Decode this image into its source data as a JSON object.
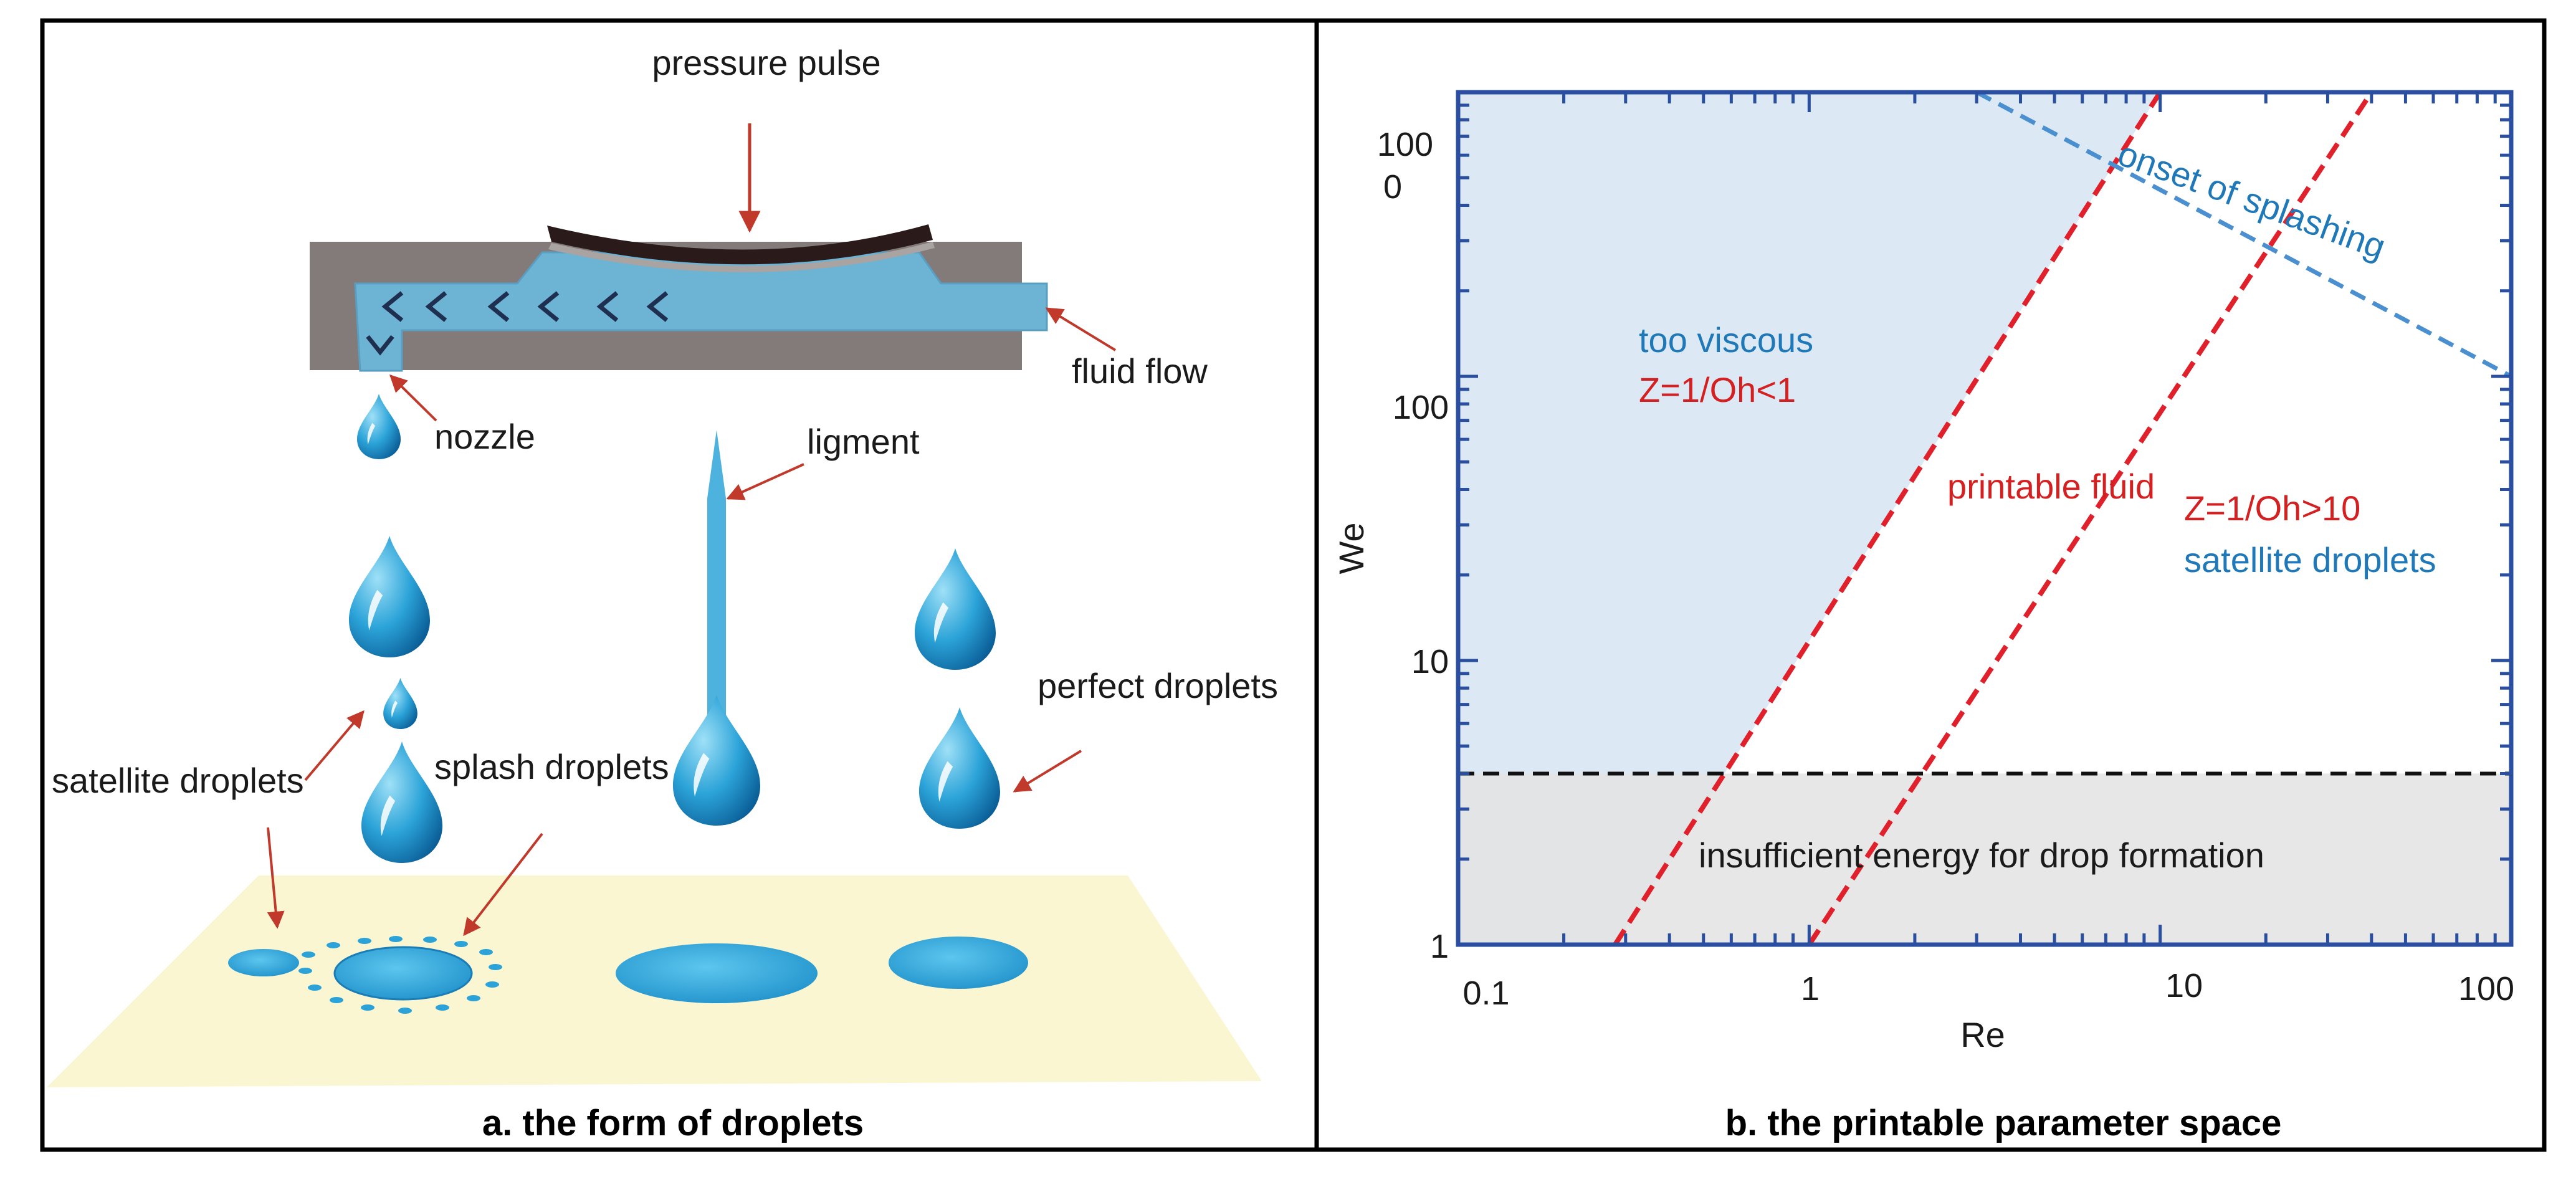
{
  "panel_a": {
    "caption": "a. the form of droplets",
    "labels": {
      "pressure_pulse": "pressure pulse",
      "fluid_flow": "fluid flow",
      "nozzle": "nozzle",
      "ligment": "ligment",
      "perfect_droplets": "perfect droplets",
      "satellite_droplets": "satellite droplets",
      "splash_droplets": "splash droplets"
    }
  },
  "panel_b": {
    "caption": "b. the printable parameter space",
    "xlabel": "Re",
    "ylabel": "We",
    "x_ticks": [
      "0.1",
      "1",
      "10",
      "100"
    ],
    "y_ticks": [
      "1",
      "10",
      "100",
      "100",
      "0"
    ],
    "regions": {
      "too_viscous": "too viscous",
      "too_viscous_eq": "Z=1/Oh<1",
      "printable": "printable fluid",
      "satellite_eq": "Z=1/Oh>10",
      "satellite": "satellite droplets",
      "splashing": "onset of splashing",
      "insufficient": "insufficient energy for drop formation"
    },
    "colors": {
      "axis": "#2b4fa0",
      "viscous_fill": "#dce9f5",
      "energy_fill": "#e3e3e3",
      "boundary_line": "#e0202a",
      "splash_line": "#4a8fd0"
    }
  },
  "chart_data": {
    "type": "line",
    "xscale": "log",
    "yscale": "log",
    "xlim": [
      0.1,
      100
    ],
    "ylim": [
      1,
      1000
    ],
    "xlabel": "Re",
    "ylabel": "We",
    "series": [
      {
        "name": "Z=1/Oh<1",
        "x": [
          0.28,
          10
        ],
        "y": [
          1,
          1000
        ]
      },
      {
        "name": "Z=1/Oh>10",
        "x": [
          1,
          40
        ],
        "y": [
          1,
          1000
        ]
      },
      {
        "name": "onset of splashing",
        "x": [
          3,
          100
        ],
        "y": [
          1000,
          100
        ]
      },
      {
        "name": "insufficient energy for drop formation",
        "x": [
          0.1,
          100
        ],
        "y": [
          4,
          4
        ]
      }
    ]
  }
}
